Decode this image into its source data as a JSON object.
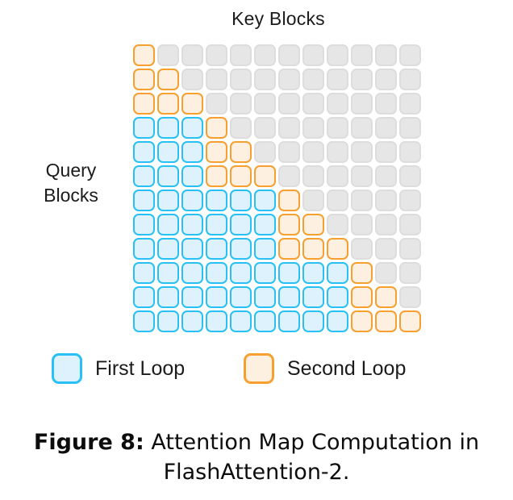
{
  "figure": {
    "top_axis_title": "Key Blocks",
    "left_axis_title_line1": "Query",
    "left_axis_title_line2": "Blocks",
    "caption_label": "Figure 8:",
    "caption_text": "Attention Map Computation in FlashAttention-2."
  },
  "legend": {
    "items": [
      {
        "label": "First Loop",
        "kind": "first",
        "color": "#29c1f5",
        "fill": "#ddf2fd"
      },
      {
        "label": "Second Loop",
        "kind": "second",
        "color": "#f7a030",
        "fill": "#fdf0e1"
      }
    ]
  },
  "colors": {
    "first_loop_border": "#29c1f5",
    "first_loop_fill": "#ddf2fd",
    "second_loop_border": "#f7a030",
    "second_loop_fill": "#fdf0e1",
    "empty_border": "#dddddd",
    "empty_fill": "#e6e6e6",
    "background": "#ffffff",
    "text": "#1b1b1b"
  },
  "chart_data": {
    "type": "heatmap",
    "title": "Attention Map Computation in FlashAttention-2.",
    "xlabel": "Key Blocks",
    "ylabel": "Query Blocks",
    "rows": 12,
    "cols": 12,
    "grid": [
      [
        "second",
        "empty",
        "empty",
        "empty",
        "empty",
        "empty",
        "empty",
        "empty",
        "empty",
        "empty",
        "empty",
        "empty"
      ],
      [
        "second",
        "second",
        "empty",
        "empty",
        "empty",
        "empty",
        "empty",
        "empty",
        "empty",
        "empty",
        "empty",
        "empty"
      ],
      [
        "second",
        "second",
        "second",
        "empty",
        "empty",
        "empty",
        "empty",
        "empty",
        "empty",
        "empty",
        "empty",
        "empty"
      ],
      [
        "first",
        "first",
        "first",
        "second",
        "empty",
        "empty",
        "empty",
        "empty",
        "empty",
        "empty",
        "empty",
        "empty"
      ],
      [
        "first",
        "first",
        "first",
        "second",
        "second",
        "empty",
        "empty",
        "empty",
        "empty",
        "empty",
        "empty",
        "empty"
      ],
      [
        "first",
        "first",
        "first",
        "second",
        "second",
        "second",
        "empty",
        "empty",
        "empty",
        "empty",
        "empty",
        "empty"
      ],
      [
        "first",
        "first",
        "first",
        "first",
        "first",
        "first",
        "second",
        "empty",
        "empty",
        "empty",
        "empty",
        "empty"
      ],
      [
        "first",
        "first",
        "first",
        "first",
        "first",
        "first",
        "second",
        "second",
        "empty",
        "empty",
        "empty",
        "empty"
      ],
      [
        "first",
        "first",
        "first",
        "first",
        "first",
        "first",
        "second",
        "second",
        "second",
        "empty",
        "empty",
        "empty"
      ],
      [
        "first",
        "first",
        "first",
        "first",
        "first",
        "first",
        "first",
        "first",
        "first",
        "second",
        "empty",
        "empty"
      ],
      [
        "first",
        "first",
        "first",
        "first",
        "first",
        "first",
        "first",
        "first",
        "first",
        "second",
        "second",
        "empty"
      ],
      [
        "first",
        "first",
        "first",
        "first",
        "first",
        "first",
        "first",
        "first",
        "first",
        "second",
        "second",
        "second"
      ]
    ],
    "legend_position": "below",
    "grid_on": false
  }
}
